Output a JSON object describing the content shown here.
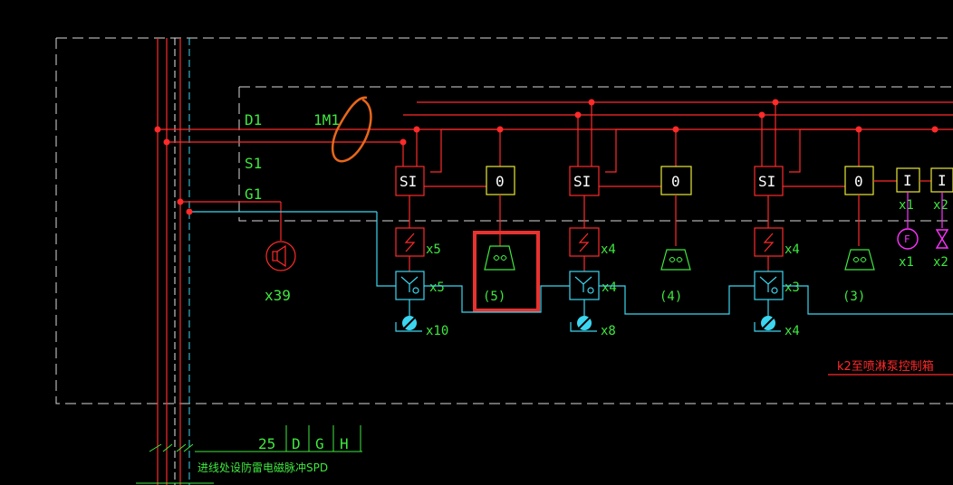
{
  "labels": {
    "d1": "D1",
    "s1": "S1",
    "g1": "G1",
    "cable": "1M1",
    "speaker_count": "x39",
    "box_si": "SI",
    "box_zero": "0",
    "box_i": "I",
    "fan_f": "F",
    "group1": {
      "breaker_count": "x5",
      "valve_count": "x5",
      "pump_count": "x10",
      "bell_count": "(5)"
    },
    "group2": {
      "breaker_count": "x4",
      "valve_count": "x4",
      "pump_count": "x8",
      "bell_count": "(4)"
    },
    "group3": {
      "breaker_count": "x4",
      "valve_count": "x3",
      "pump_count": "x4",
      "bell_count": "(3)"
    },
    "extra": {
      "i1_count_top": "x1",
      "i2_count_top": "x2",
      "i1_count_bottom": "x1",
      "i2_count_bottom": "x2"
    },
    "control_box": "k2至喷淋泵控制箱",
    "spd_note": "进线处设防雷电磁脉冲SPD",
    "title_block": [
      "25",
      "D",
      "G",
      "H"
    ]
  },
  "colors": {
    "wire_red": "#ff2a2a",
    "wire_cyan": "#3cd6f0",
    "text_green": "#3ee83e",
    "box_yellow": "#e8e83a",
    "highlight": "#e8322f",
    "annotation": "#e8671a",
    "fan": "#ff33ff"
  },
  "icons": [
    "speaker-icon",
    "breaker-icon",
    "bell-icon",
    "valve-icon",
    "pump-icon",
    "fan-icon",
    "damper-icon"
  ]
}
